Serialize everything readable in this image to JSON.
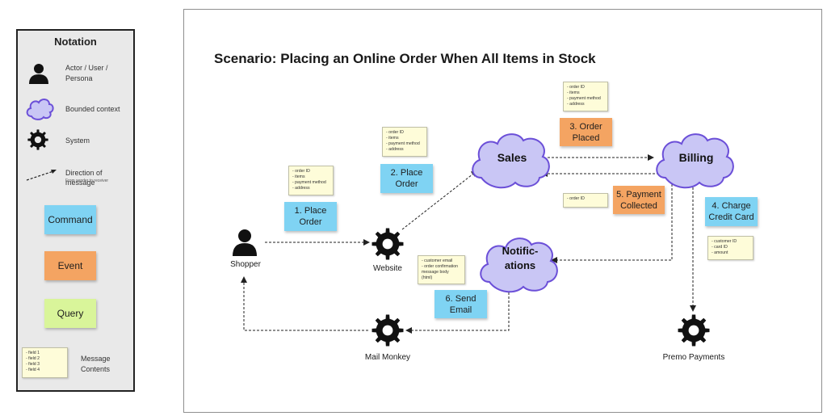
{
  "legend": {
    "title": "Notation",
    "actor_label_1": "Actor / User /",
    "actor_label_2": "Persona",
    "bounded_context_label": "Bounded context",
    "system_label": "System",
    "direction_label": "Direction of message",
    "direction_sublabel": "From sender to receiver",
    "command_label": "Command",
    "event_label": "Event",
    "query_label": "Query",
    "message_contents_label_1": "Message",
    "message_contents_label_2": "Contents",
    "message_fields": [
      "- field 1",
      "- field 2",
      "- field 3",
      "- field 4"
    ]
  },
  "title": "Scenario: Placing an Online Order When All Items in Stock",
  "nodes": {
    "shopper": "Shopper",
    "website": "Website",
    "mail_monkey": "Mail Monkey",
    "premo_payments": "Premo Payments"
  },
  "contexts": {
    "sales": "Sales",
    "billing": "Billing",
    "notifications_1": "Notific-",
    "notifications_2": "ations"
  },
  "steps": {
    "step1_1": "1. Place",
    "step1_2": "Order",
    "step2_1": "2. Place",
    "step2_2": "Order",
    "step3_1": "3. Order",
    "step3_2": "Placed",
    "step4_1": "4. Charge",
    "step4_2": "Credit Card",
    "step5_1": "5. Payment",
    "step5_2": "Collected",
    "step6_1": "6. Send",
    "step6_2": "Email"
  },
  "notes": {
    "step1": [
      "- order ID",
      "- items",
      "- payment method",
      "- address"
    ],
    "step2": [
      "- order ID",
      "- items",
      "- payment method",
      "- address"
    ],
    "step3": [
      "- order ID",
      "- items",
      "- payment method",
      "- address"
    ],
    "step4": [
      "- customer ID",
      "- card ID",
      "- amount"
    ],
    "step5": [
      "- order ID"
    ],
    "step6": [
      "- customer email",
      "- order confirmation",
      "message body",
      "(html)"
    ]
  },
  "colors": {
    "command": "#7fd3f3",
    "event": "#f4a462",
    "query": "#d9f59a",
    "bounded_context_fill": "#c9c6f5",
    "bounded_context_stroke": "#6b4fd8",
    "note": "#fefcd9"
  },
  "icons": {
    "actor": "person-icon",
    "bounded_context": "cloud-icon",
    "system": "gear-icon",
    "message": "dashed-arrow-icon"
  }
}
